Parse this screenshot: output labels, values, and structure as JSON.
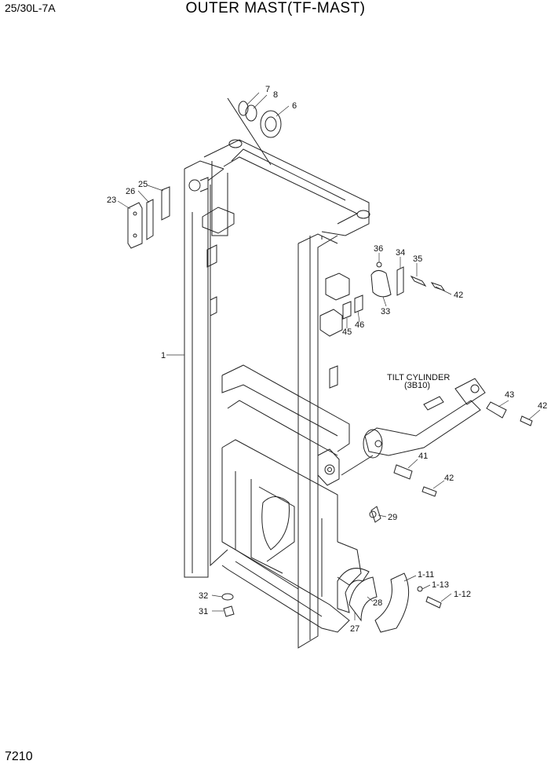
{
  "header": {
    "model": "25/30L-7A",
    "title": "OUTER MAST(TF-MAST)"
  },
  "footer": {
    "page_number": "7210"
  },
  "annotations": {
    "tilt_cylinder": "TILT CYLINDER",
    "tilt_cylinder_ref": "(3B10)"
  },
  "callouts": [
    "1",
    "6",
    "7",
    "8",
    "23",
    "25",
    "26",
    "27",
    "28",
    "29",
    "31",
    "32",
    "33",
    "34",
    "35",
    "36",
    "41",
    "42",
    "42",
    "42",
    "43",
    "45",
    "46",
    "1-11",
    "1-12",
    "1-13"
  ]
}
